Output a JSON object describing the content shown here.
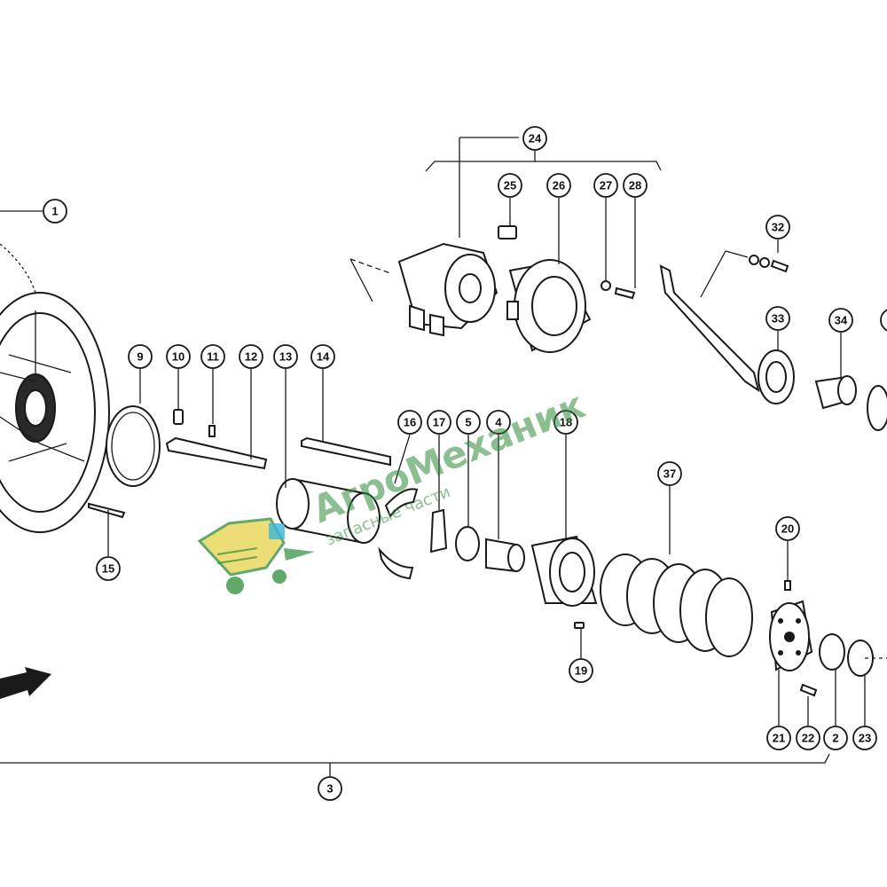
{
  "diagram": {
    "callouts": [
      "1",
      "2",
      "3",
      "4",
      "5",
      "9",
      "10",
      "11",
      "12",
      "13",
      "14",
      "15",
      "16",
      "17",
      "18",
      "19",
      "20",
      "21",
      "22",
      "23",
      "24",
      "25",
      "26",
      "27",
      "28",
      "32",
      "33",
      "34",
      "37"
    ]
  },
  "watermark": {
    "brand": "АгроМеханик",
    "tagline": "запасные части",
    "colors": {
      "green": "#2e8b3a",
      "yellow": "#e8d24a",
      "cyan": "#3bb5d8"
    }
  }
}
